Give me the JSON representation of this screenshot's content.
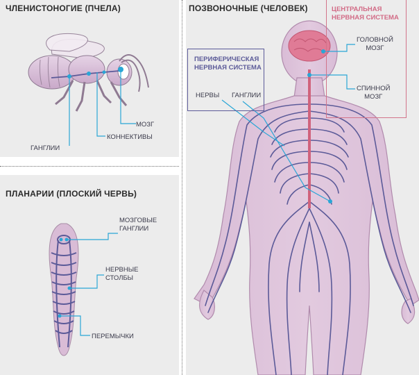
{
  "titles": {
    "insects": "ЧЛЕНИСТОНОГИЕ (ПЧЕЛА)",
    "planaria": "ПЛАНАРИИ (ПЛОСКИЙ ЧЕРВЬ)",
    "vertebrates": "ПОЗВОНОЧНЫЕ (ЧЕЛОВЕК)"
  },
  "bee_labels": {
    "brain": "МОЗГ",
    "connectives": "КОННЕКТИВЫ",
    "ganglia": "ГАНГЛИИ"
  },
  "planaria_labels": {
    "brain_ganglia_1": "МОЗГОВЫЕ",
    "brain_ganglia_2": "ГАНГЛИИ",
    "nerve_cords_1": "НЕРВНЫЕ",
    "nerve_cords_2": "СТОЛБЫ",
    "commissures": "ПЕРЕМЫЧКИ"
  },
  "human_labels": {
    "cns_1": "ЦЕНТРАЛЬНАЯ",
    "cns_2": "НЕРВНАЯ СИСТЕМА",
    "pns_1": "ПЕРИФЕРИЧЕСКАЯ",
    "pns_2": "НЕРВНАЯ СИСТЕМА",
    "brain_1": "ГОЛОВНОЙ",
    "brain_2": "МОЗГ",
    "spinal_1": "СПИННОЙ",
    "spinal_2": "МОЗГ",
    "nerves": "НЕРВЫ",
    "ganglia": "ГАНГЛИИ"
  },
  "colors": {
    "panel": "#ececec",
    "body": "#d9bcd6",
    "body_outline": "#b08aac",
    "nerve": "#5b5a98",
    "spine": "#d0637d",
    "brain": "#e07b96",
    "pointer": "#2aa6d6",
    "cns_accent": "#d26b86"
  }
}
